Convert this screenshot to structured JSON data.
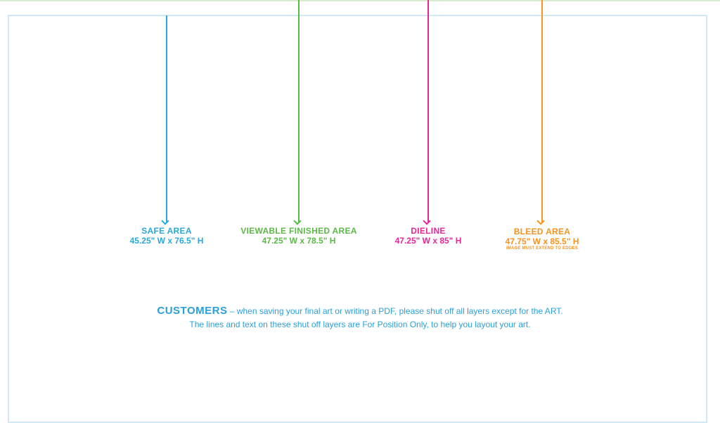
{
  "colors": {
    "safe": "#2aa8dc",
    "viewable": "#5bb947",
    "dieline": "#e8269a",
    "bleed": "#f6921e"
  },
  "areas": [
    {
      "title": "SAFE AREA",
      "dims": "45.25\" W x 76.5\" H"
    },
    {
      "title": "VIEWABLE FINISHED AREA",
      "dims": "47.25\" W x 78.5\" H"
    },
    {
      "title": "DIELINE",
      "dims": "47.25\" W x 85\" H"
    },
    {
      "title": "BLEED AREA",
      "dims": "47.75\" W x 85.5\" H",
      "note": "IMAGE MUST EXTEND TO EDGES"
    }
  ],
  "note": {
    "keyword": "CUSTOMERS",
    "line1": " – when saving your final art or writing a PDF, please shut off all layers except for the ART.",
    "line2": "The lines and text on these shut off layers are For Position Only, to help you layout your art."
  }
}
